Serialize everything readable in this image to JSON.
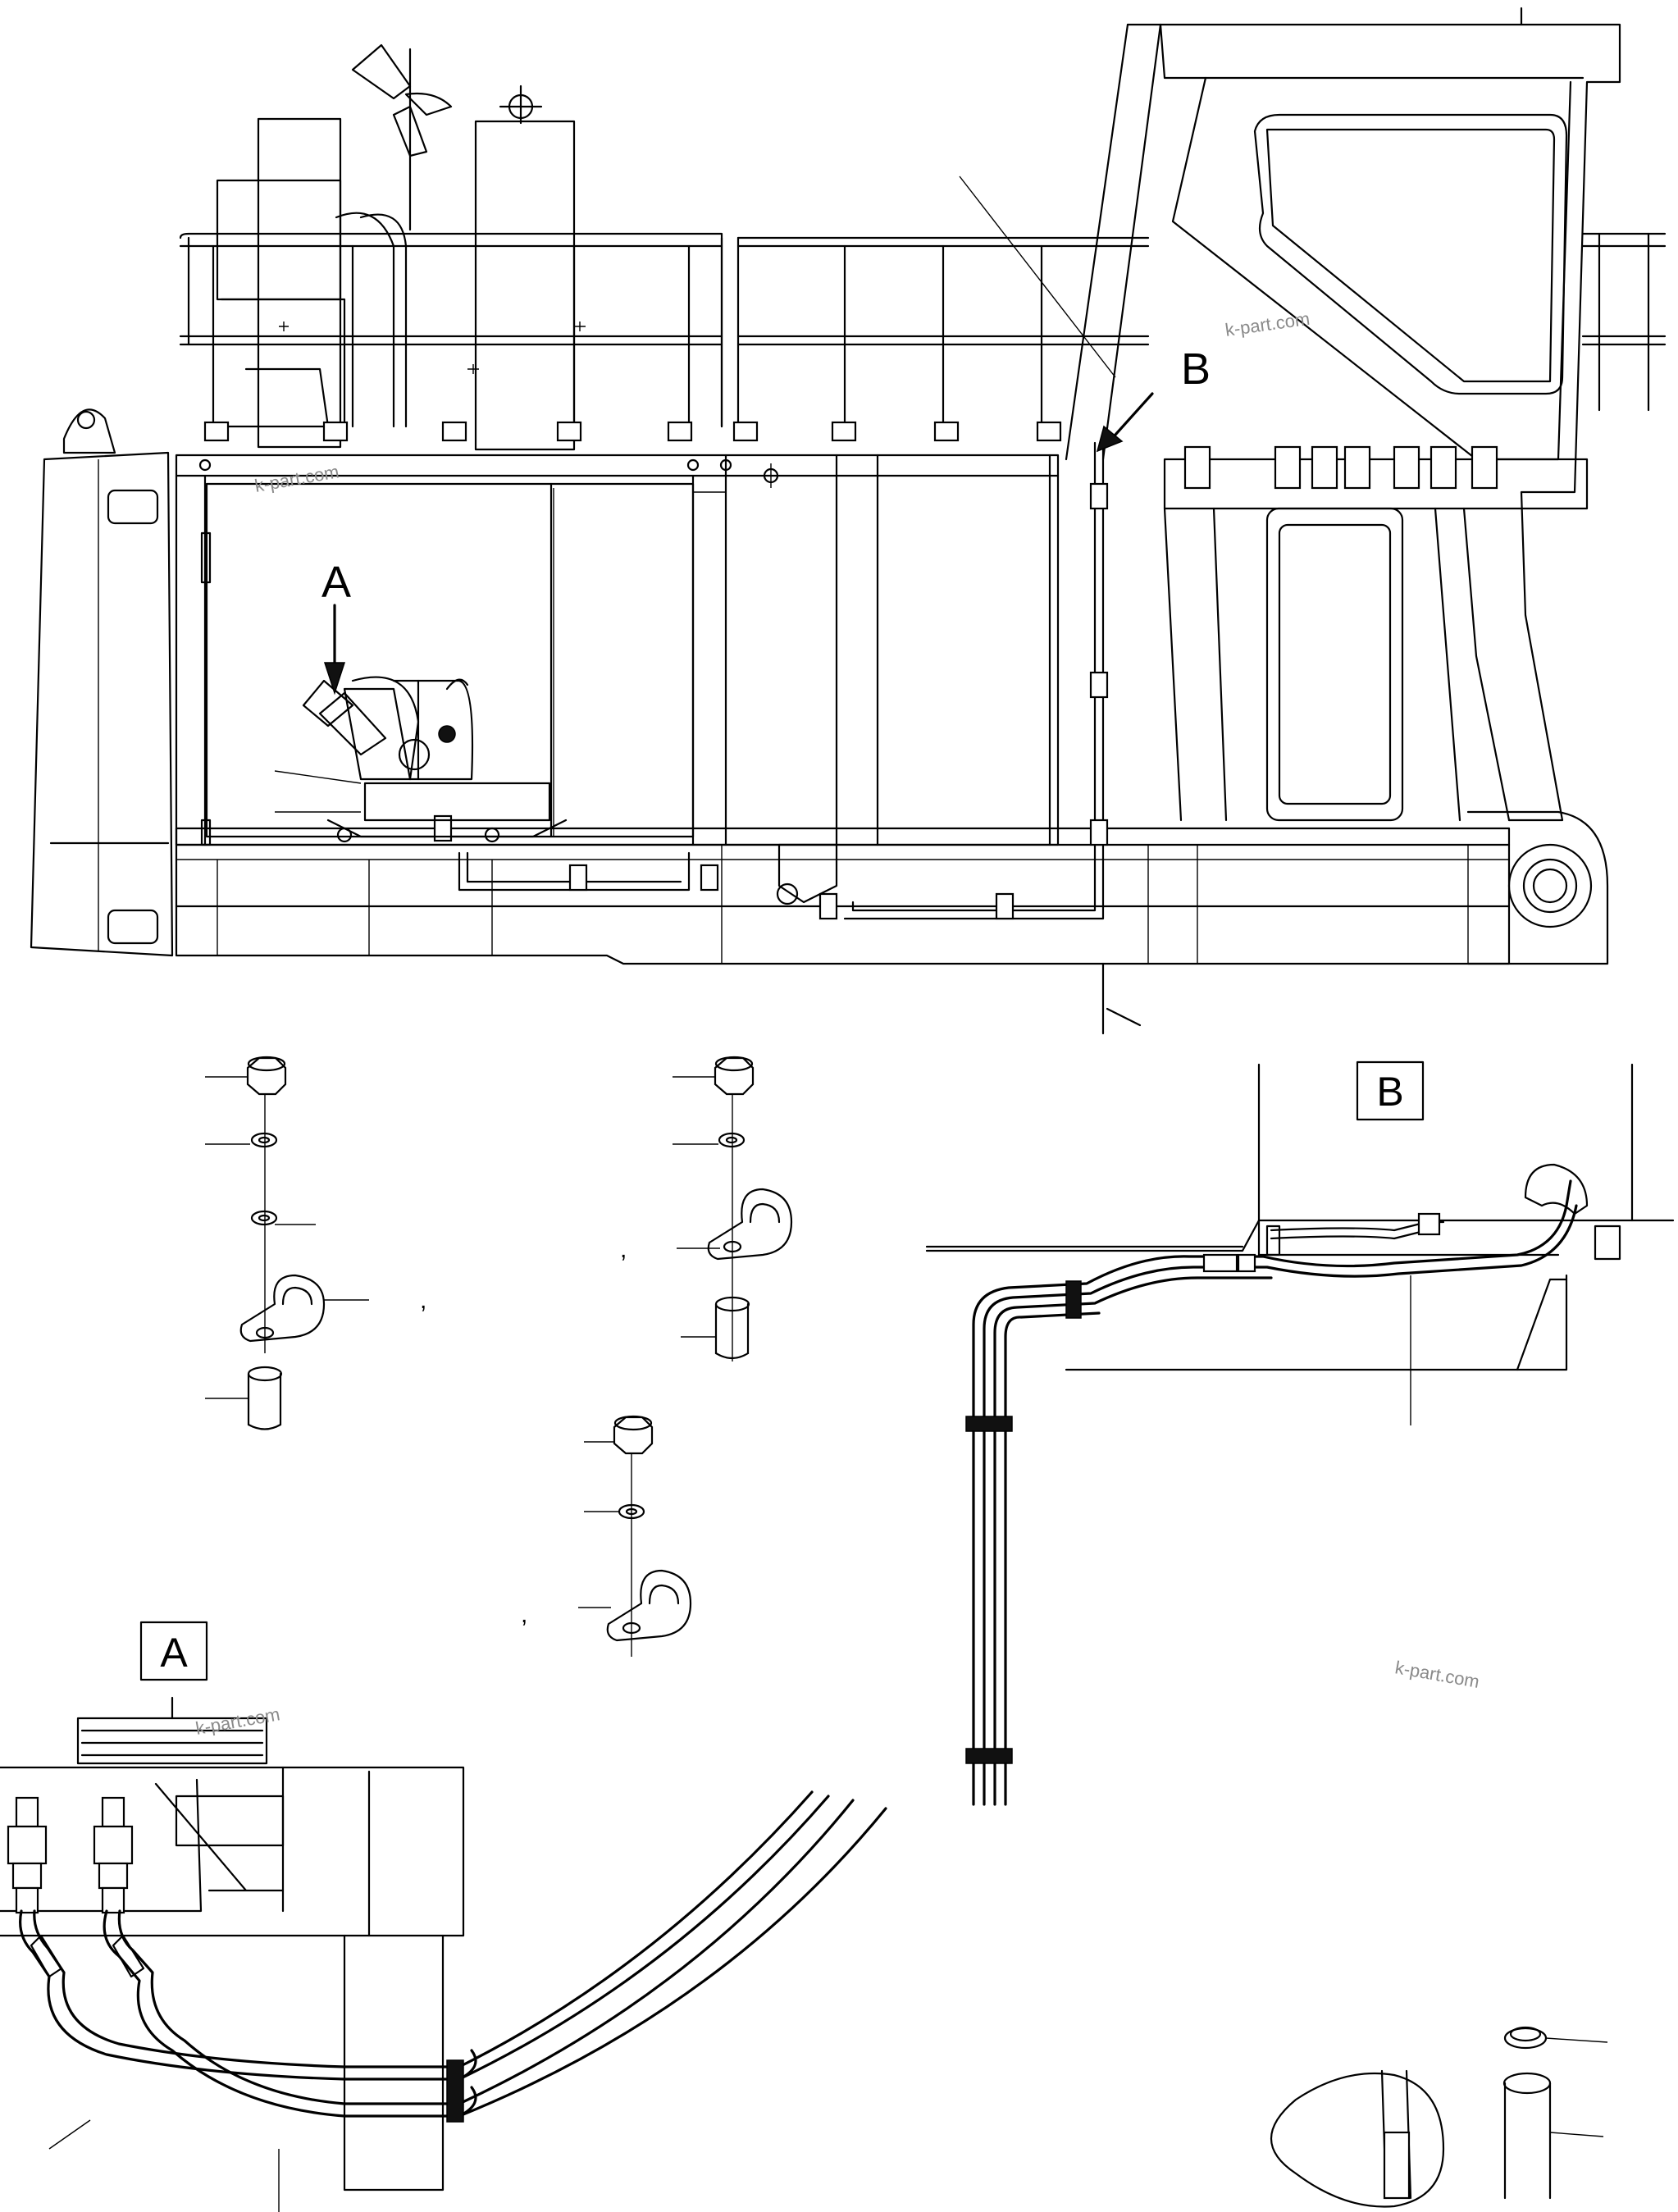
{
  "callouts": {
    "view_a_arrow": "A",
    "view_b_arrow": "B",
    "detail_a_box": "A",
    "detail_b_box": "B"
  },
  "separators": {
    "comma_1": ",",
    "comma_2": ",",
    "comma_3": ","
  },
  "watermarks": {
    "wm_1": "k-part.com",
    "wm_2": "k-part.com",
    "wm_3": "k-part.com",
    "wm_4": "k-part.com"
  }
}
